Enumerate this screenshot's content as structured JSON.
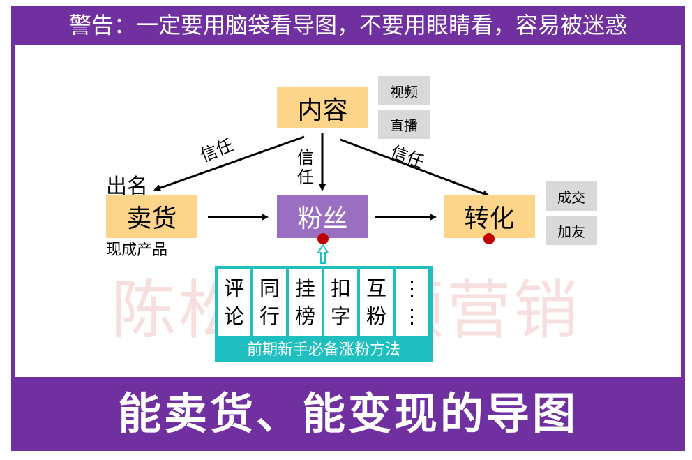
{
  "header": {
    "warning": "警告：一定要用脑袋看导图，不要用眼睛看，容易被迷惑"
  },
  "nodes": {
    "content": "内容",
    "sell": "卖货",
    "fans": "粉丝",
    "convert": "转化"
  },
  "tags": {
    "video": "视频",
    "live": "直播",
    "deal": "成交",
    "friend": "加友"
  },
  "labels": {
    "famous": "出名",
    "ready_products": "现成产品",
    "trust_left": "信任",
    "trust_mid": "信任",
    "trust_right": "信任"
  },
  "methods": {
    "items": [
      "评论",
      "同行",
      "挂榜",
      "扣字",
      "互粉",
      "⋮⋮"
    ],
    "footer": "前期新手必备涨粉方法"
  },
  "watermark": "陈松抖视频营销",
  "footer": {
    "title": "能卖货、能变现的导图"
  },
  "colors": {
    "banner": "#7030a0",
    "orange_node": "#fdd58a",
    "fans_node": "#9a6fc1",
    "tag": "#d9d9d9",
    "method": "#1fbfbf",
    "dot": "#c00000"
  }
}
